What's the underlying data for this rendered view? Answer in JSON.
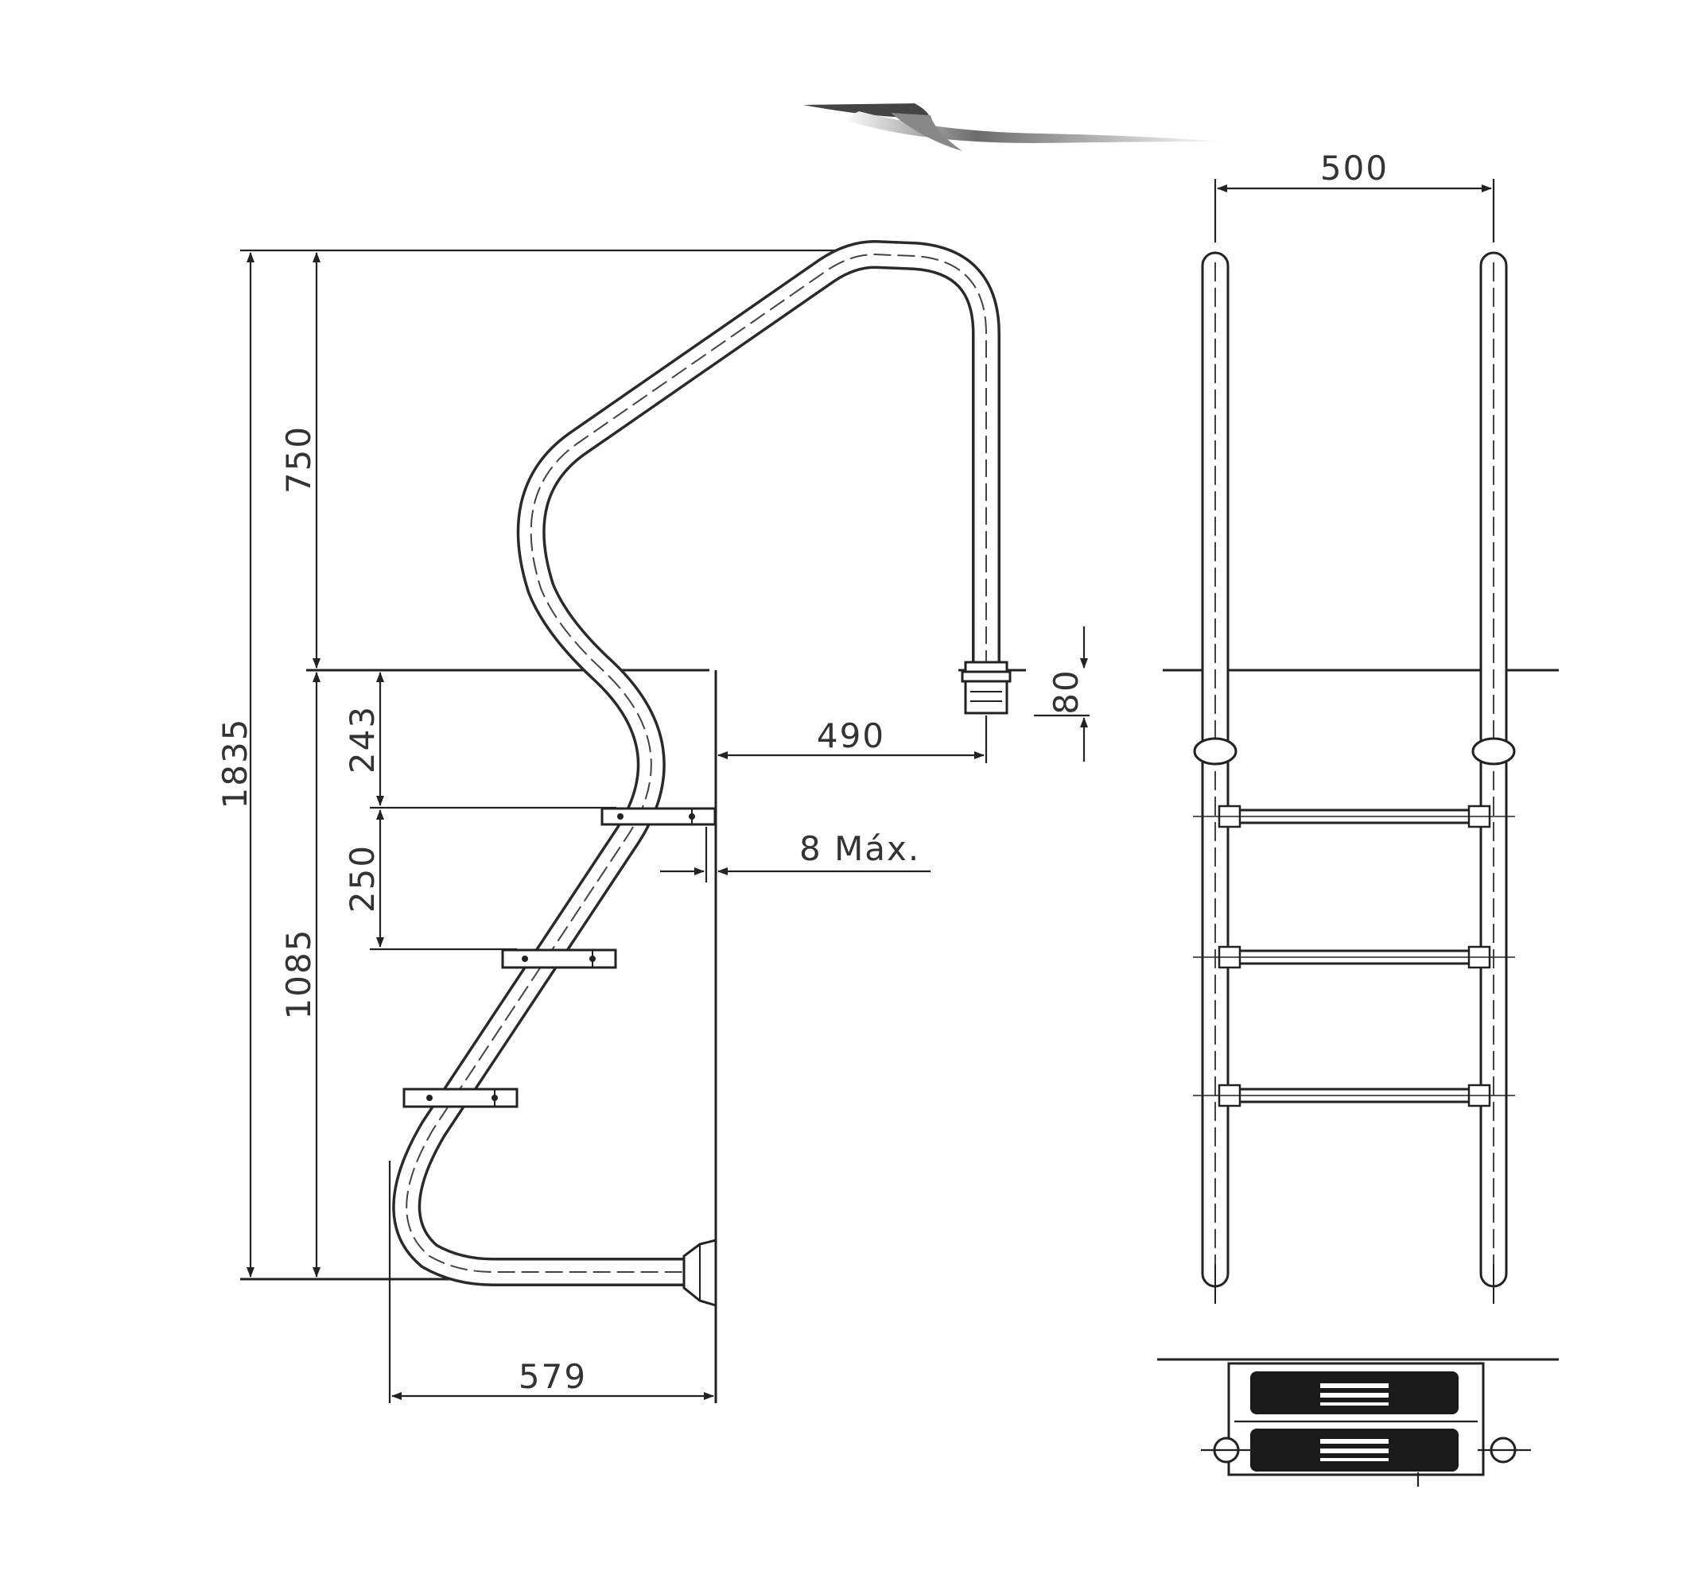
{
  "dimensions": {
    "total_height": "1835",
    "upper_height": "750",
    "lower_height": "1085",
    "first_step": "243",
    "step_spacing": "250",
    "handrail_offset": "490",
    "anchor_height": "80",
    "gap_max": "8  Máx.",
    "depth": "579",
    "width": "500"
  },
  "colors": {
    "line": "#222222",
    "text": "#333333",
    "tread": "#1a1a1a"
  }
}
